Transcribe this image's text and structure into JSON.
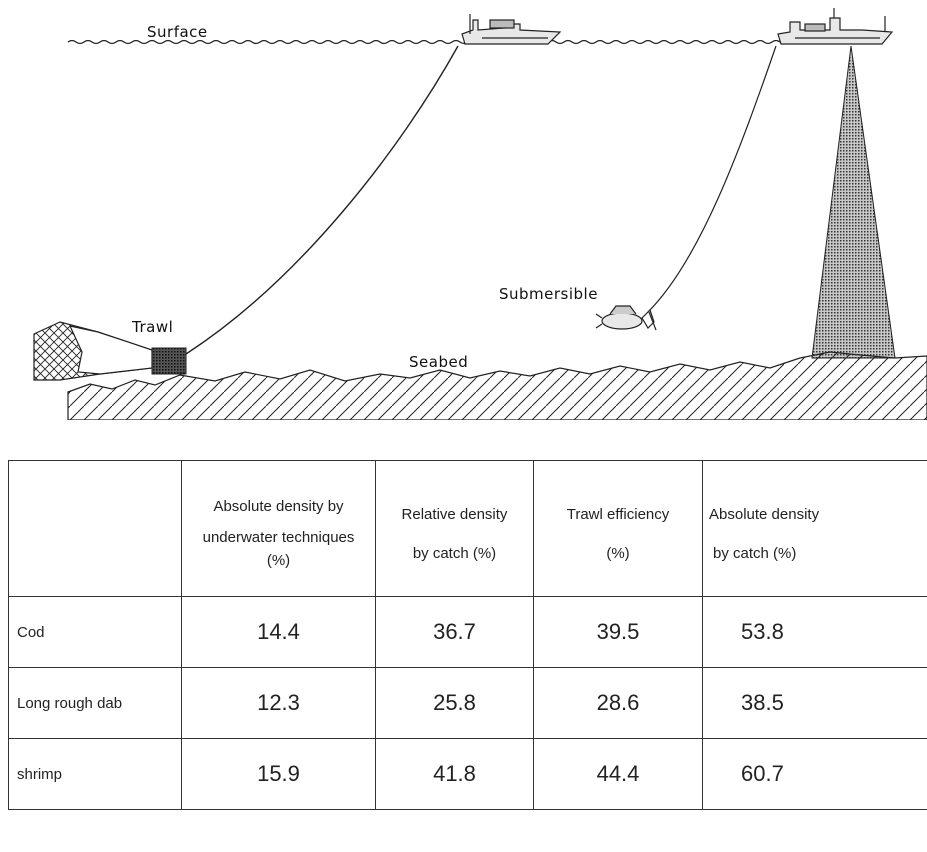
{
  "labels": {
    "surface": "Surface",
    "submersible": "Submersible",
    "trawl": "Trawl",
    "seabed": "Seabed"
  },
  "colors": {
    "ink": "#111111",
    "beam_fill": "#9a9a9a"
  },
  "table": {
    "headers": [
      {
        "line1": "",
        "line2": ""
      },
      {
        "line1": "Absolute density by",
        "line2": "underwater techniques",
        "line3": "(%)"
      },
      {
        "line1": "Relative density",
        "line2": "by catch (%)"
      },
      {
        "line1": "Trawl efficiency",
        "line2": "(%)"
      },
      {
        "line1": "Absolute density",
        "line2": "by catch (%)"
      }
    ],
    "rows": [
      {
        "label": "Cod",
        "values": [
          "14.4",
          "36.7",
          "39.5",
          "53.8"
        ]
      },
      {
        "label": "Long rough dab",
        "values": [
          "12.3",
          "25.8",
          "28.6",
          "38.5"
        ]
      },
      {
        "label": "shrimp",
        "values": [
          "15.9",
          "41.8",
          "44.4",
          "60.7"
        ]
      }
    ]
  }
}
